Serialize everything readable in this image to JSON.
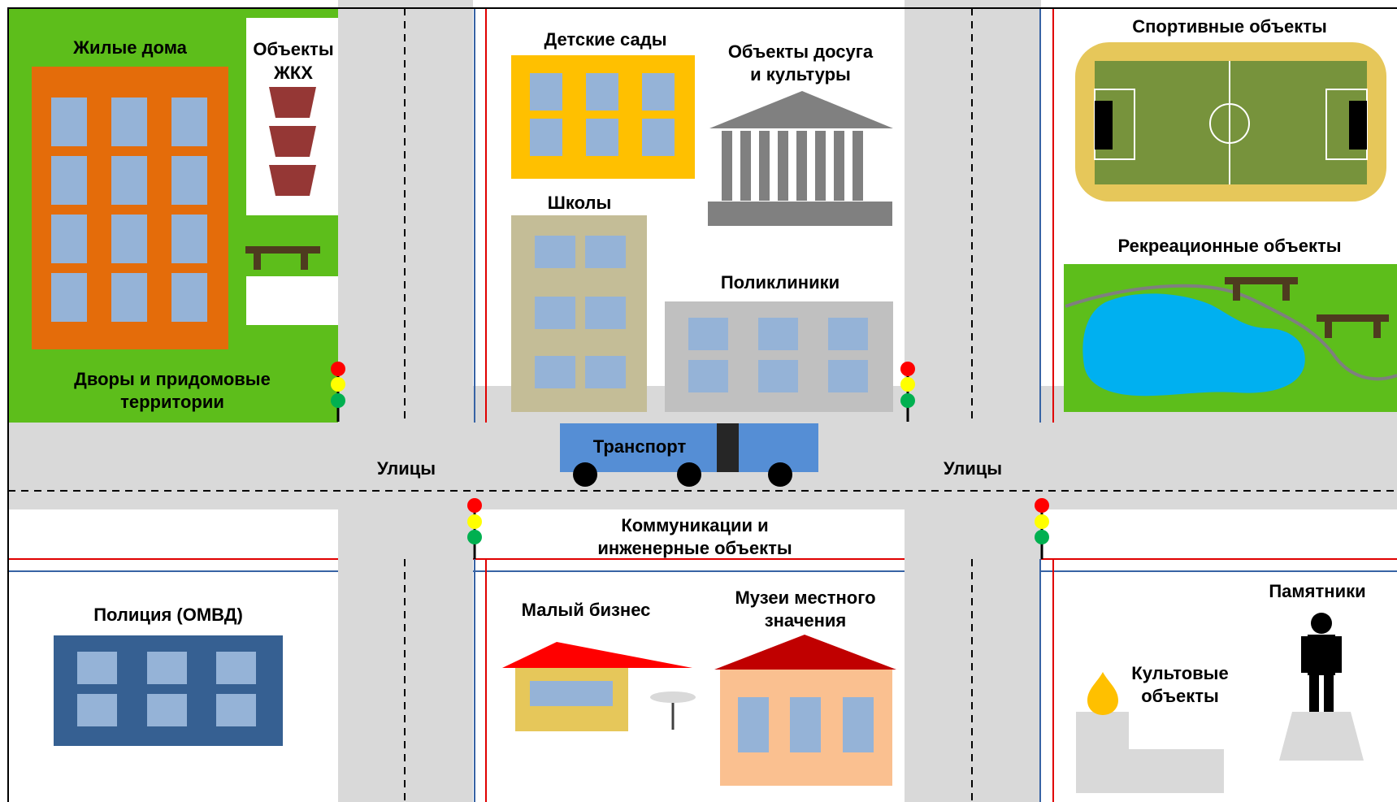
{
  "labels": {
    "residential": "Жилые дома",
    "utilities_line1": "Объекты",
    "utilities_line2": "ЖКХ",
    "yards_line1": "Дворы и придомовые",
    "yards_line2": "территории",
    "kindergartens": "Детские сады",
    "leisure_line1": "Объекты досуга",
    "leisure_line2": "и культуры",
    "schools": "Школы",
    "clinics": "Поликлиники",
    "sports": "Спортивные объекты",
    "recreation": "Рекреационные объекты",
    "transport": "Транспорт",
    "streets_left": "Улицы",
    "streets_right": "Улицы",
    "communications_line1": "Коммуникации и",
    "communications_line2": "инженерные объекты",
    "police": "Полиция (ОМВД)",
    "small_business": "Малый бизнес",
    "museums_line1": "Музеи местного",
    "museums_line2": "значения",
    "monuments": "Памятники",
    "religious_line1": "Культовые",
    "religious_line2": "объекты"
  },
  "colors": {
    "road": "#d9d9d9",
    "grass": "#5dbe1b",
    "residential_building": "#e46c0a",
    "window": "#95b3d7",
    "utility_pot": "#953735",
    "bench": "#4e3b1f",
    "kindergarten": "#ffc000",
    "museum_gray": "#808080",
    "school": "#c4bd97",
    "clinic": "#c0c0c0",
    "stadium_track": "#e6c75a",
    "field": "#77933c",
    "pond": "#00b0f0",
    "path": "#7f7f7f",
    "bus": "#558ed5",
    "police": "#366092",
    "shop": "#e6c75a",
    "shop_roof": "#ff0000",
    "museum_roof": "#c00000",
    "museum_wall": "#fac090",
    "church_dome": "#ffc000",
    "church_base": "#d9d9d9",
    "monument": "#000000",
    "red_line": "#e00000",
    "blue_line": "#3763a4",
    "light_red": "#ff0000",
    "light_yellow": "#ffff00",
    "light_green": "#00b050"
  },
  "icons": [
    "traffic-light-icon",
    "bench-icon",
    "columned-building-icon",
    "football-field-icon",
    "bus-icon",
    "church-icon",
    "statue-icon"
  ]
}
